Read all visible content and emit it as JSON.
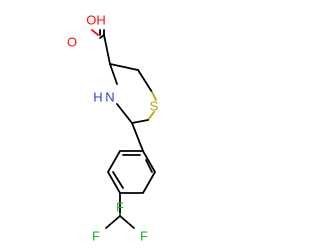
{
  "molecule": {
    "colors": {
      "bond": "#000000",
      "oxygen": "#ff0d0d",
      "nitrogen": "#2d44c8",
      "sulfur": "#b2a600",
      "fluorine": "#23b223"
    },
    "labels": {
      "hydroxyl": "OH",
      "carbonyl_oxygen": "O",
      "amine": "H",
      "nitrogen": "N",
      "sulfur": "S",
      "fluorine_top": "F",
      "fluorine_left": "F",
      "fluorine_right": "F"
    }
  }
}
